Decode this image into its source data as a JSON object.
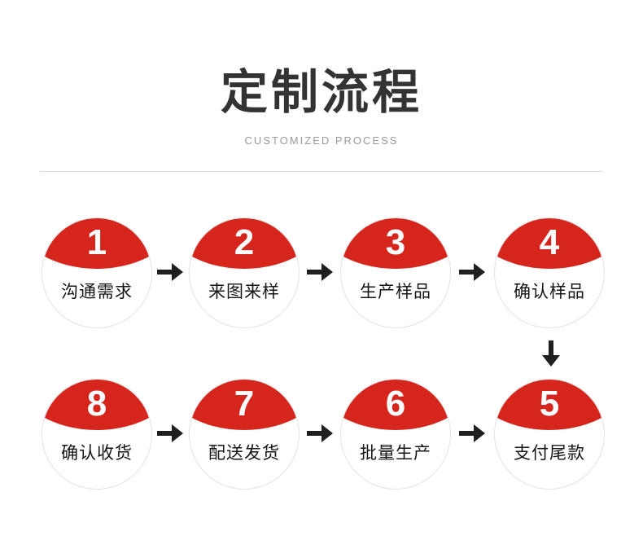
{
  "header": {
    "title": "定制流程",
    "subtitle": "CUSTOMIZED PROCESS"
  },
  "colors": {
    "accent": "#d5251d",
    "arrow": "#1f1f1f",
    "title_text": "#333333",
    "subtitle_text": "#9a9a9a"
  },
  "icons": {
    "right": "arrow-right-icon",
    "down": "arrow-down-icon"
  },
  "steps": [
    {
      "number": "1",
      "label": "沟通需求"
    },
    {
      "number": "2",
      "label": "来图来样"
    },
    {
      "number": "3",
      "label": "生产样品"
    },
    {
      "number": "4",
      "label": "确认样品"
    },
    {
      "number": "8",
      "label": "确认收货"
    },
    {
      "number": "7",
      "label": "配送发货"
    },
    {
      "number": "6",
      "label": "批量生产"
    },
    {
      "number": "5",
      "label": "支付尾款"
    }
  ]
}
